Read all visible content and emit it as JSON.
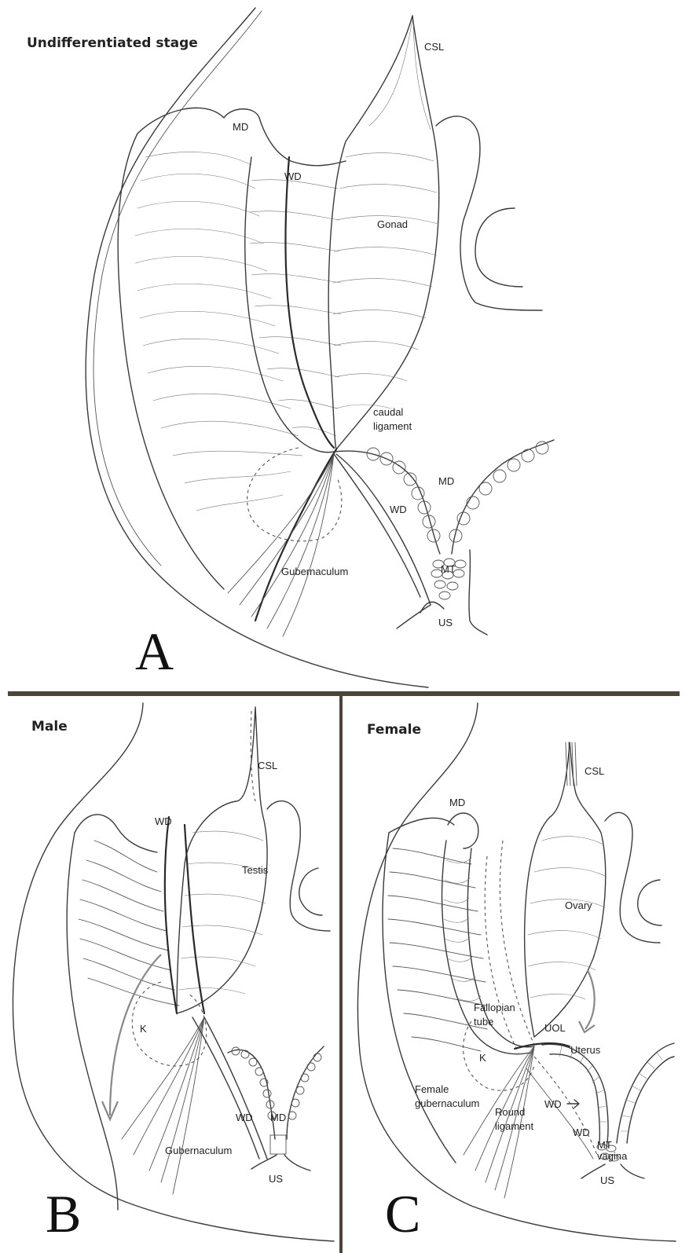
{
  "panel_a": {
    "title": "Undifferentiated stage",
    "letter": "A",
    "labels": {
      "csl": "CSL",
      "md_top": "MD",
      "wd_top": "WD",
      "gonad": "Gonad",
      "caudal_1": "caudal",
      "caudal_2": "ligament",
      "md_right": "MD",
      "wd_right": "WD",
      "gubernaculum": "Gubernaculum",
      "mt": "MT",
      "us": "US"
    }
  },
  "panel_b": {
    "title": "Male",
    "letter": "B",
    "labels": {
      "csl": "CSL",
      "wd_top": "WD",
      "testis": "Testis",
      "k": "K",
      "wd_low": "WD",
      "md": "MD",
      "gubernaculum": "Gubernaculum",
      "us": "US"
    }
  },
  "panel_c": {
    "title": "Female",
    "letter": "C",
    "labels": {
      "csl": "CSL",
      "md": "MD",
      "ovary": "Ovary",
      "fallopian_1": "Fallopian",
      "fallopian_2": "tube",
      "uol": "UOL",
      "uterus": "Uterus",
      "k": "K",
      "wd_arrow": "WD",
      "female_gub_1": "Female",
      "female_gub_2": "gubernaculum",
      "round_1": "Round",
      "round_2": "ligament",
      "wd": "WD",
      "mt": "MT",
      "vagina": "vagina",
      "us": "US"
    }
  },
  "colors": {
    "ink": "#3a3a3a",
    "divider": "#4a4538",
    "arrow": "#888888"
  }
}
